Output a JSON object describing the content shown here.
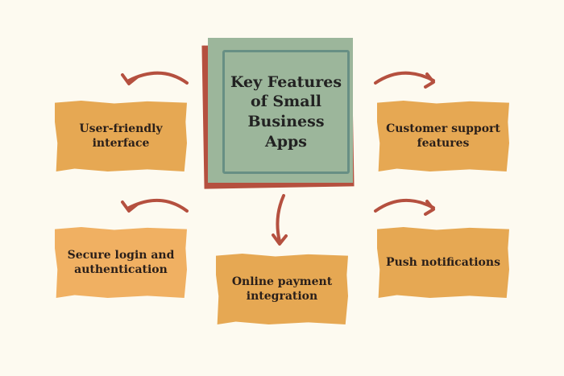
{
  "title": "Key Features of Small Business Apps",
  "features": [
    "User-friendly interface",
    "Customer support features",
    "Secure login and authentication",
    "Online payment integration",
    "Push notifications"
  ],
  "colors": {
    "background": "#fdfaf0",
    "center": "#9cb69b",
    "shadow": "#b5503f",
    "box": "#e6a853",
    "arrow": "#b5503f"
  }
}
